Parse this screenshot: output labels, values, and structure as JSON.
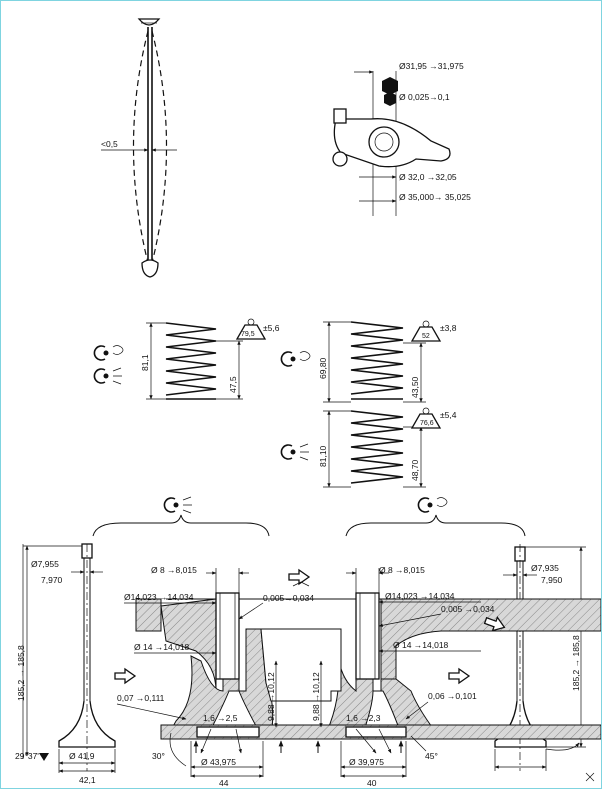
{
  "pushrod": {
    "runout": "<0,5"
  },
  "rocker": {
    "shaft_dia": "Ø31,95 →31,975",
    "clearance": "Ø 0,025→0,1",
    "bore_dia": "Ø 32,0 →32,05",
    "outer_dia": "Ø 35,000→ 35,025"
  },
  "springs": {
    "single": {
      "free_length": "81,1",
      "loaded_length": "47,5",
      "load": "79,5",
      "tolerance": "±5,6"
    },
    "outer": {
      "free_length": "69,80",
      "loaded_length": "43,50",
      "load": "52",
      "tolerance": "±3,8"
    },
    "inner": {
      "free_length": "81,10",
      "loaded_length": "48,70",
      "load": "76,6",
      "tolerance": "±5,4"
    }
  },
  "intake_valve": {
    "stem_dia": "Ø7,955",
    "stem_dia_max": "7,970",
    "length": "185,2 → 185,8",
    "seat_angle": "29°37'",
    "head_dia": "Ø 41,9",
    "head_dia_outer": "42,1"
  },
  "exhaust_valve": {
    "stem_dia": "Ø7,935",
    "stem_dia_max": "7,950",
    "length": "185,2 → 185,8"
  },
  "head_section": {
    "left_guide_bore": "Ø 8 →8,015",
    "right_guide_bore": "Ø 8  →8,015",
    "left_guide_outer": "Ø14,023 →14,034",
    "right_guide_outer": "Ø14,023 →14,034",
    "left_interference": "0,005→0,034",
    "right_interference": "0,005 →0,034",
    "left_head_bore": "Ø 14 →14,018",
    "right_head_bore": "Ø 14 →14,018",
    "left_seat_interf": "0,07 →0,111",
    "right_seat_interf": "0,06 →0,101",
    "left_guide_height": "9,88 →10,12",
    "right_guide_height": "9,88 →10,12",
    "left_seat_width": "1,6 →2,5",
    "right_seat_width": "1,6 →2,3",
    "left_seat_dia": "Ø 43,975",
    "right_seat_dia": "Ø 39,975",
    "left_spacing": "44",
    "right_spacing": "40",
    "left_angle": "30°",
    "right_angle": "45°"
  }
}
